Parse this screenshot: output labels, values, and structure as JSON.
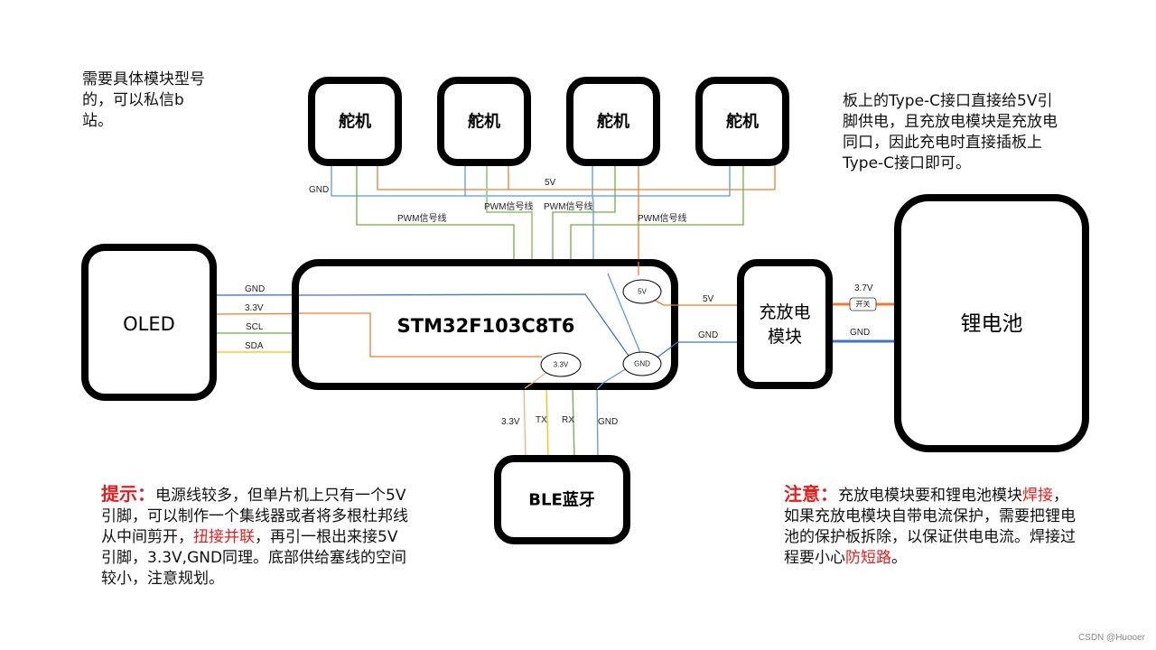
{
  "colors": {
    "gnd": "#4472c4",
    "gnd_light": "#5b9bd5",
    "power": "#ed7d31",
    "power_light": "#f4b183",
    "signal": "#70ad47",
    "signal_light": "#a9d18e",
    "sda": "#ffc000",
    "highlight": "#e81c1c"
  },
  "notes": {
    "top_left": "需要具体模块型号的，可以私信b站。",
    "top_right": "板上的Type-C接口直接给5V引脚供电，且充放电模块是充放电同口，因此充电时直接插板上Type-C接口即可。",
    "tip": {
      "title": "提示：",
      "text_before": "电源线较多，但单片机上只有一个5V引脚，可以制作一个集线器或者将多根杜邦线从中间剪开，",
      "highlight": "扭接并联",
      "text_after": "，再引一根出来接5V引脚，3.3V,GND同理。底部供给塞线的空间较小，注意规划。"
    },
    "warning": {
      "title": "注意：",
      "text_before": "充放电模块要和锂电池模块",
      "highlight1": "焊接",
      "text_middle": "，如果充放电模块自带电流保护，需要把锂电池的保护板拆除，以保证供电电流。焊接过程要小心",
      "highlight2": "防短路",
      "text_after": "。"
    }
  },
  "modules": {
    "servos": [
      "舵机",
      "舵机",
      "舵机",
      "舵机"
    ],
    "oled": "OLED",
    "mcu": "STM32F103C8T6",
    "charger_line1": "充放电",
    "charger_line2": "模块",
    "battery": "锂电池",
    "ble": "BLE蓝牙"
  },
  "wire_labels": {
    "servo_gnd": "GND",
    "servo_5v": "5V",
    "pwm": [
      "PWM信号线",
      "PWM信号线",
      "PWM信号线",
      "PWM信号线"
    ],
    "oled_gnd": "GND",
    "oled_33v": "3.3V",
    "oled_scl": "SCL",
    "oled_sda": "SDA",
    "charger_5v": "5V",
    "charger_gnd": "GND",
    "battery_37v": "3.7V",
    "battery_gnd": "GND",
    "switch": "开关",
    "ble_33v": "3.3V",
    "ble_tx": "TX",
    "ble_rx": "RX",
    "ble_gnd": "GND"
  },
  "pins": {
    "mcu_5v": "5V",
    "mcu_33v": "3.3V",
    "mcu_gnd": "GND"
  },
  "watermark": "CSDN @Huooer"
}
